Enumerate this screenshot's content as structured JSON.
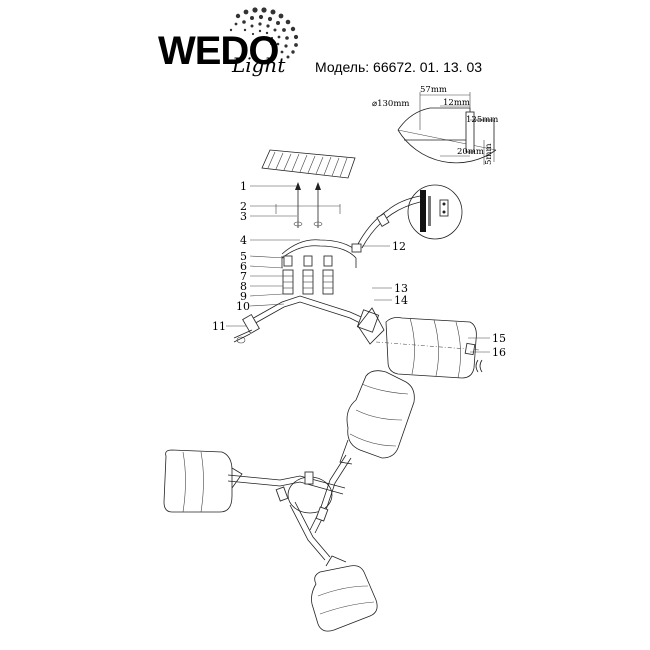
{
  "header": {
    "logo_main": "WEDO",
    "logo_script": "Light",
    "model_text": "Модель: 66672. 01. 13. 03"
  },
  "dimensions": {
    "diameter": "⌀130mm",
    "width_57": "57mm",
    "width_12": "12mm",
    "height_125": "125mm",
    "width_20": "20mm",
    "height_5": "5mm"
  },
  "callouts": [
    "1",
    "2",
    "3",
    "4",
    "5",
    "6",
    "7",
    "8",
    "9",
    "10",
    "11",
    "12",
    "13",
    "14",
    "15",
    "16"
  ]
}
